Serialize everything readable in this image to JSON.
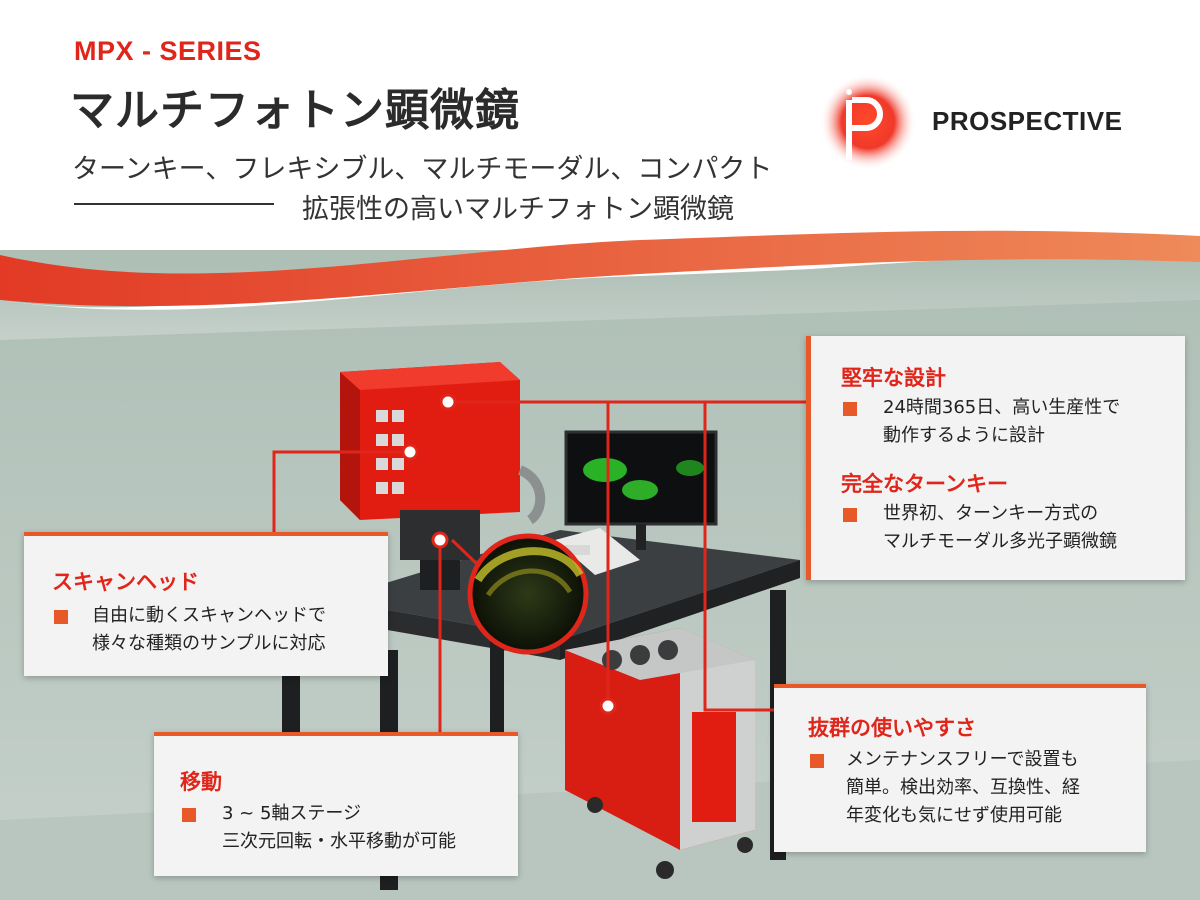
{
  "header": {
    "series": "MPX - SERIES",
    "title": "マルチフォトン顕微鏡",
    "tagline_line1": "ターンキー、フレキシブル、マルチモーダル、コンパクト",
    "tagline_line2": "拡張性の高いマルチフォトン顕微鏡"
  },
  "brand": {
    "name": "PROSPECTIVE",
    "accent": "#e0261b"
  },
  "colors": {
    "accent": "#e0261b",
    "orange": "#e8592a",
    "background": "#b4c4bc",
    "card": "#f3f3f3"
  },
  "features": {
    "scanhead": {
      "title": "スキャンヘッド",
      "line1": "自由に動くスキャンヘッドで",
      "line2": "様々な種類のサンプルに対応"
    },
    "stage": {
      "title": "移動",
      "line1": "3 ~ 5軸ステージ",
      "line2": "三次元回転・水平移動が可能"
    },
    "robust": {
      "title": "堅牢な設計",
      "line1": "24時間365日、高い生産性で",
      "line2": "動作するように設計"
    },
    "turnkey": {
      "title": "完全なターンキー",
      "line1": "世界初、ターンキー方式の",
      "line2": "マルチモーダル多光子顕微鏡"
    },
    "usability": {
      "title": "抜群の使いやすさ",
      "line1": "メンテナンスフリーで設置も",
      "line2": "簡単。検出効率、互換性、経",
      "line3": "年変化も気にせず使用可能"
    }
  }
}
